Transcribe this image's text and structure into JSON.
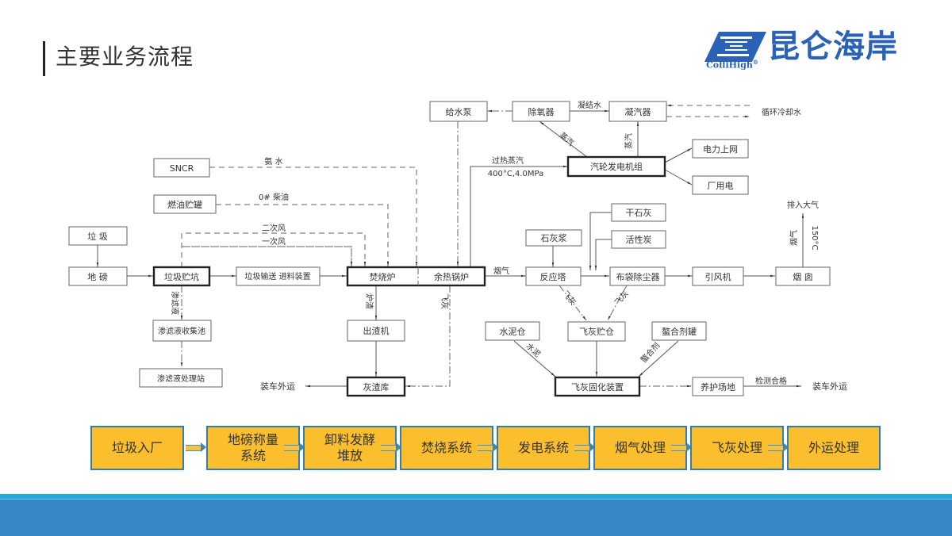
{
  "header": {
    "title": "主要业务流程",
    "logo": {
      "text": "昆仑海岸",
      "sub": "ColliHigh",
      "registered": "®",
      "brand_color": "#2a62b6"
    }
  },
  "diagram": {
    "nodes": {
      "laji": "垃 圾",
      "dibang": "地 磅",
      "zhukeng": "垃圾贮坑",
      "shusong": "垃圾输送 进料装置",
      "shenlv_ji": "渗滤液收集池",
      "shenlv_chuli": "渗滤液处理站",
      "sncr": "SNCR",
      "ranyou": "燃油贮罐",
      "fenshaolu": "焚烧炉",
      "yuree": "余热锅炉",
      "chuzha": "出渣机",
      "huizha": "灰渣库",
      "geishui": "给水泵",
      "chuyang": "除氧器",
      "ningqi": "凝汽器",
      "qilun": "汽轮发电机组",
      "dianli": "电力上网",
      "changyong": "厂用电",
      "shihuijiang": "石灰浆",
      "fanying": "反应塔",
      "ganshihui": "干石灰",
      "huoxingtan": "活性炭",
      "budai": "布袋除尘器",
      "yinfeng": "引风机",
      "yancong": "烟 囱",
      "shuinicang": "水泥仓",
      "feihuicang": "飞灰贮仓",
      "aoheji": "螯合剂罐",
      "guhua": "飞灰固化装置",
      "yanghu": "养护场地"
    },
    "labels": {
      "anshui": "氨 水",
      "chaiyou": "0# 柴油",
      "erci": "二次风",
      "yici": "一次风",
      "guore": "过热蒸汽",
      "guore_param": "400°C,4.0MPa",
      "ningjieshui": "凝结水",
      "xunhuan": "循环冷却水",
      "zhengqi1": "蒸汽",
      "zhengqi2": "蒸汽",
      "yanqi": "烟气",
      "paiqi": "排入大气",
      "yanqi2": "烟气",
      "temp": "150°C",
      "shenlvye": "渗滤液",
      "luzha": "炉渣",
      "feihui1": "飞灰",
      "feihui2": "飞灰",
      "feihui3": "飞灰",
      "shuini": "水泥",
      "aohe": "螯合剂",
      "zhuangche1": "装车外运",
      "zhuangche2": "装车外运",
      "jiance": "检测合格"
    }
  },
  "process_flow": [
    "垃圾入厂",
    "地磅称量系统",
    "卸料发酵堆放",
    "焚烧系统",
    "发电系统",
    "烟气处理",
    "飞灰处理",
    "外运处理"
  ],
  "colors": {
    "flow_fill": "#fbbf2d",
    "flow_border": "#2e7fb8",
    "footer_light": "#22a9e1",
    "footer_dark": "#3a87c5"
  }
}
